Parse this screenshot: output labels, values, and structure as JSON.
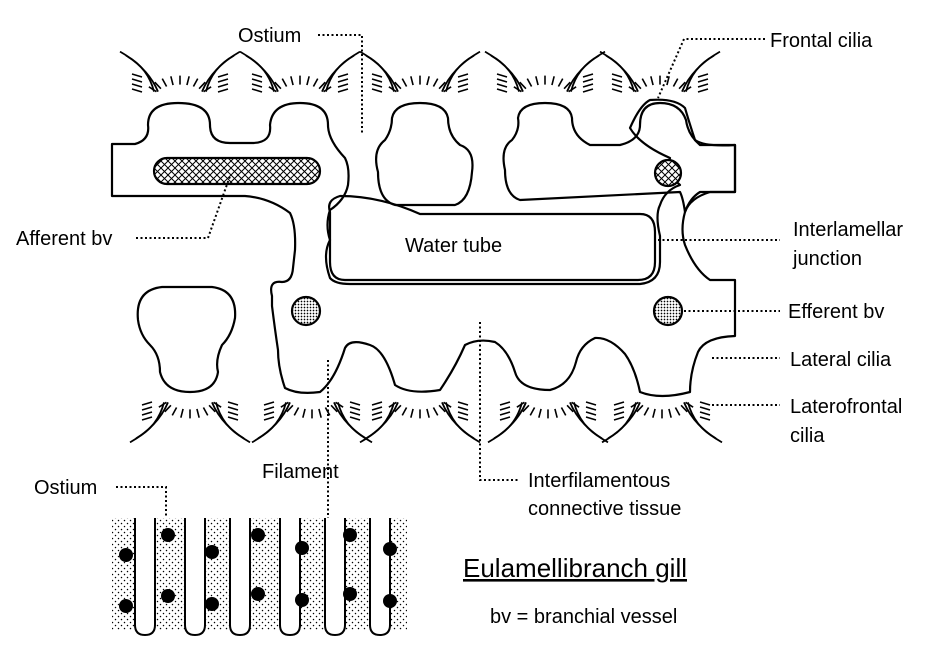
{
  "labels": {
    "ostium_top": "Ostium",
    "frontal_cilia": "Frontal cilia",
    "afferent_bv": "Afferent bv",
    "water_tube": "Water tube",
    "interlamellar_1": "Interlamellar",
    "interlamellar_2": "junction",
    "efferent_bv": "Efferent bv",
    "lateral_cilia": "Lateral cilia",
    "laterofrontal_1": "Laterofrontal",
    "laterofrontal_2": "cilia",
    "filament": "Filament",
    "interfil_1": "Interfilamentous",
    "interfil_2": "connective tissue",
    "ostium_bottom": "Ostium"
  },
  "title": "Eulamellibranch gill",
  "legend": "bv = branchial vessel"
}
